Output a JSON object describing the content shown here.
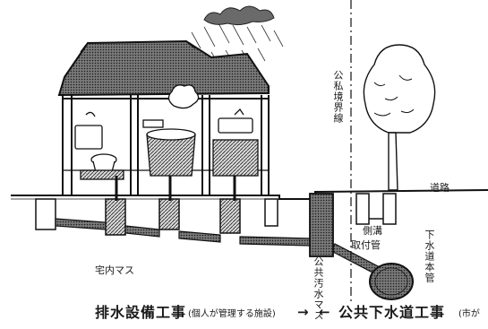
{
  "labels": {
    "boundary": "公私境界線",
    "road": "道路",
    "side_ditch": "側溝",
    "connection_pipe": "取付管",
    "main_sewer": "下水道本管",
    "private_basin": "宅内マス",
    "public_basin": "公共汚水マス"
  },
  "captions": {
    "private_work": "排水設備工事",
    "private_work_note": "(個人が管理する施設)",
    "public_work": "公共下水道工事",
    "public_work_note": "(市が",
    "arrow_right": "→",
    "arrow_left": "←"
  },
  "colors": {
    "ink": "#1a1a1a",
    "roof_fill": "#6e6e6e",
    "pipe_fill": "#4a4a4a",
    "paper": "#ffffff"
  }
}
